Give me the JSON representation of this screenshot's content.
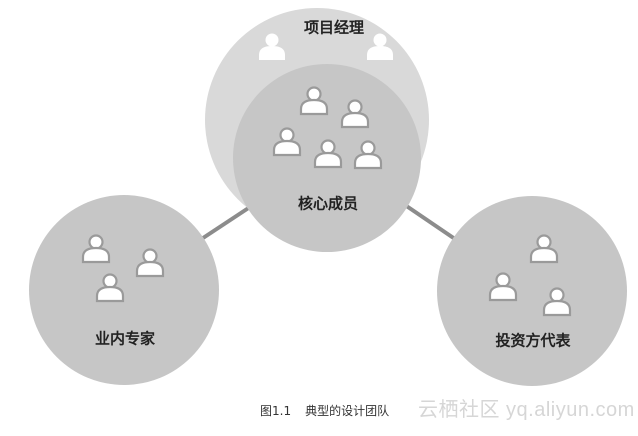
{
  "labels": {
    "project_manager": "项目经理",
    "core_members": "核心成员",
    "industry_experts": "业内专家",
    "investor_reps": "投资方代表"
  },
  "caption": {
    "number": "图1.1",
    "title": "典型的设计团队"
  },
  "watermark": "云栖社区 yq.aliyun.com",
  "colors": {
    "outer_ring": "#d9d9d9",
    "circle": "#c6c6c6",
    "person": "#ffffff",
    "person_outline": "#9a9a9a",
    "connector": "#8c8c8c"
  },
  "icons": {
    "person": "person-icon"
  }
}
